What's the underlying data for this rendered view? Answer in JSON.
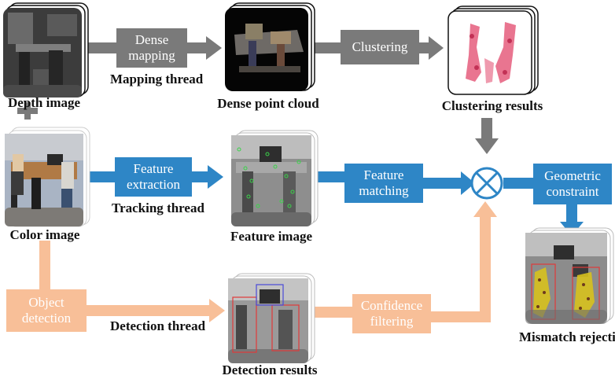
{
  "colors": {
    "mapping": "#7a7a7a",
    "tracking": "#2e86c6",
    "detection": "#f8bf98"
  },
  "boxes": {
    "dense_mapping": [
      "Dense",
      "mapping"
    ],
    "clustering": "Clustering",
    "feature_extraction": [
      "Feature",
      "extraction"
    ],
    "feature_matching": [
      "Feature",
      "matching"
    ],
    "geometric_constraint": [
      "Geometric",
      "constraint"
    ],
    "object_detection": [
      "Object",
      "detection"
    ],
    "confidence_filtering": [
      "Confidence",
      "filtering"
    ]
  },
  "labels": {
    "depth_image": "Depth image",
    "mapping_thread": [
      "Mapping",
      "thread"
    ],
    "dense_point_cloud": "Dense point cloud",
    "clustering_results": "Clustering results",
    "color_image": "Color image",
    "tracking_thread": [
      "Tracking",
      "thread"
    ],
    "feature_image": "Feature image",
    "detection_thread": [
      "Detection",
      "thread"
    ],
    "detection_results": "Detection results",
    "mismatch_rejection": [
      "Mismatch",
      "rejection"
    ]
  }
}
